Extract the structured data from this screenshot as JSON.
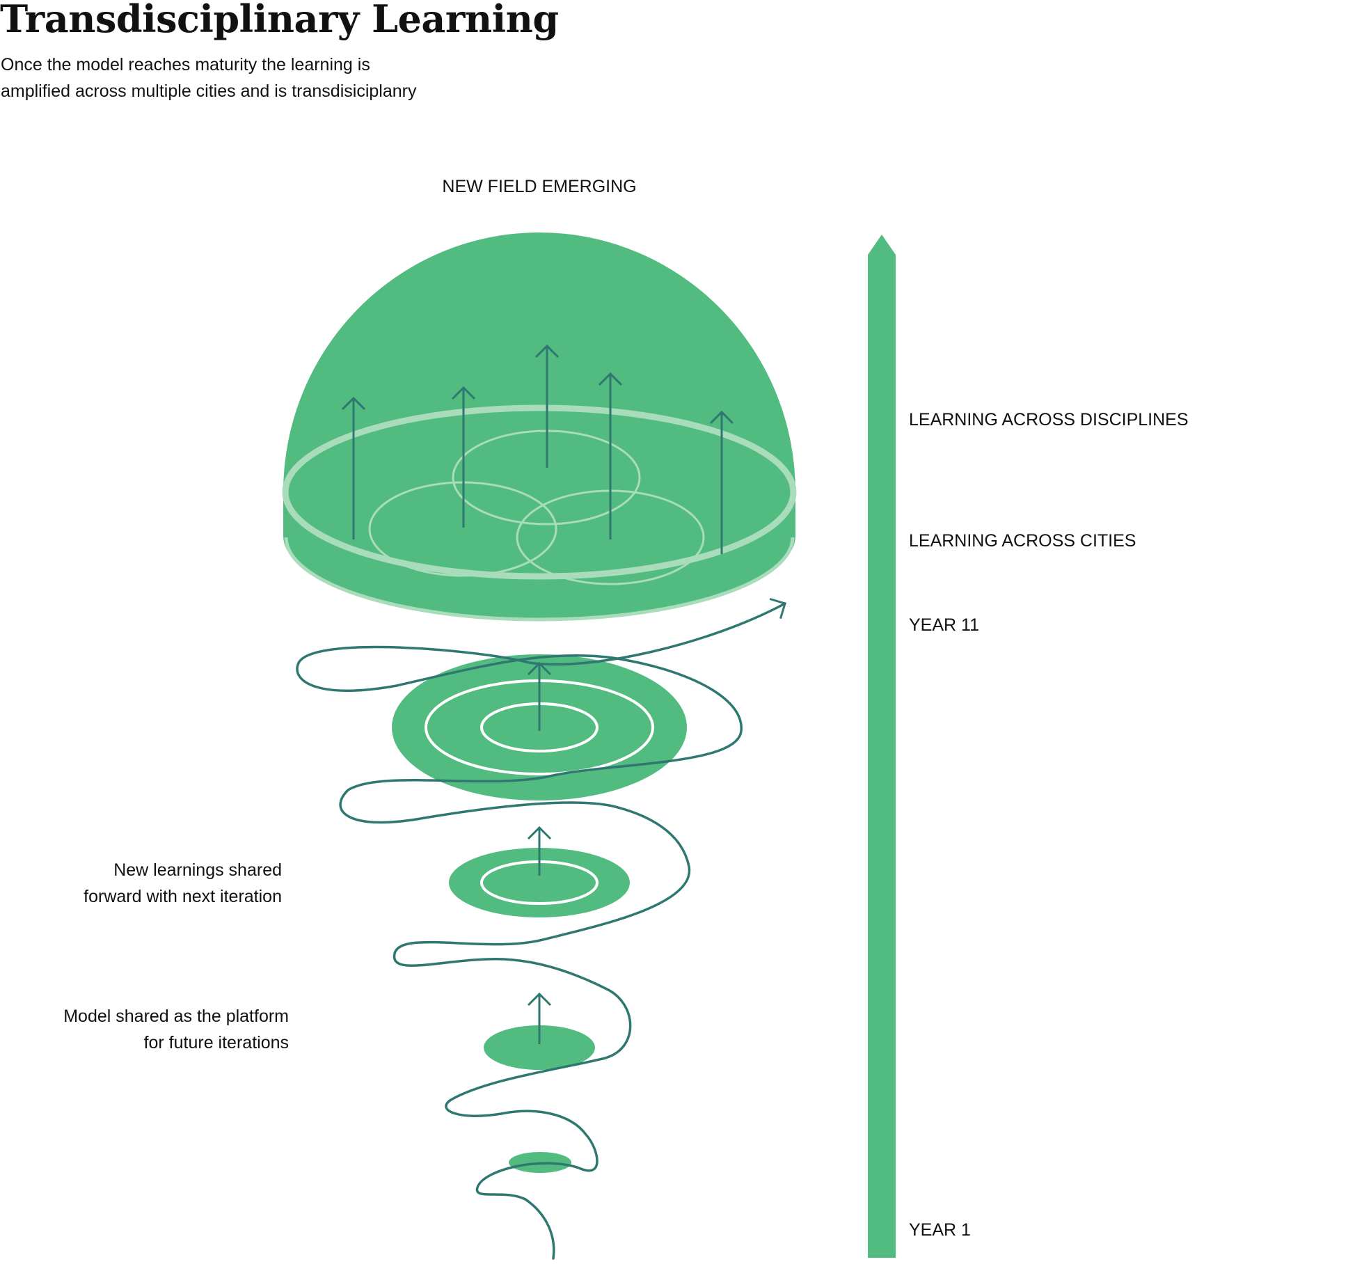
{
  "header": {
    "title": "Transdisciplinary Learning",
    "subtitle_lines": [
      "Once the model reaches maturity the learning is",
      "amplified across multiple cities and is transdisiciplanry"
    ]
  },
  "diagram": {
    "top_label": "NEW FIELD EMERGING",
    "timeline_labels": {
      "disciplines": "LEARNING ACROSS DISCIPLINES",
      "cities": "LEARNING ACROSS CITIES",
      "year11": "YEAR 11",
      "year1": "YEAR 1"
    },
    "side_notes": {
      "shared_forward": [
        "New learnings shared",
        "forward with next iteration"
      ],
      "platform": [
        "Model shared as the platform",
        "for future iterations"
      ]
    }
  },
  "colors": {
    "green": "#52bb80",
    "rim": "#a9dcbb",
    "teal": "#2f7871",
    "white": "#ffffff",
    "text": "#111111"
  }
}
